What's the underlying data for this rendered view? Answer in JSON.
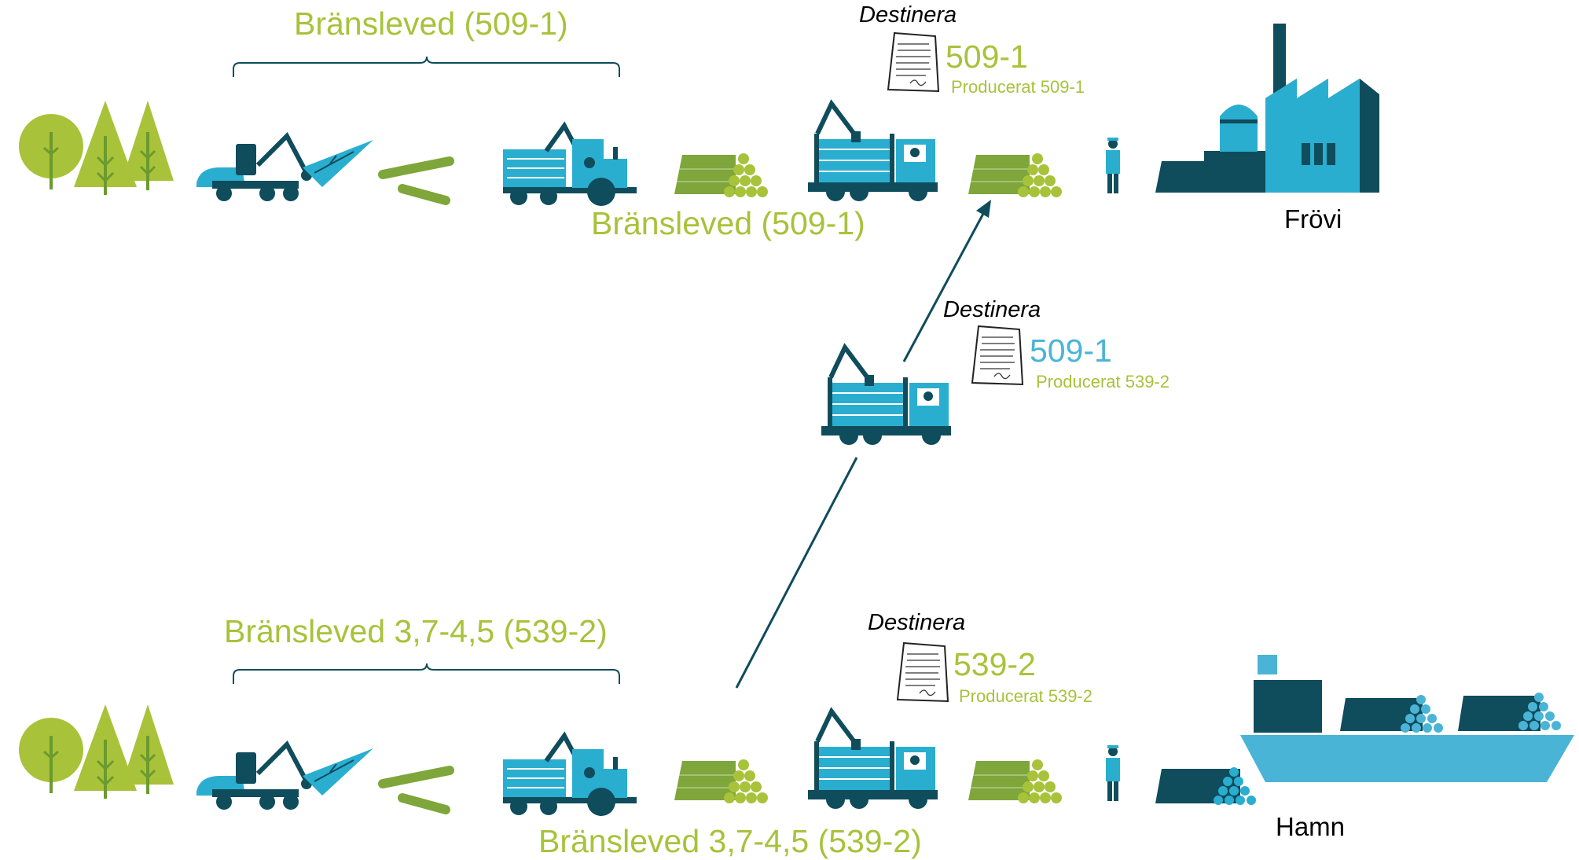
{
  "colors": {
    "green_text": "#a8c23a",
    "blue_text": "#4ab4d6",
    "tree_green": "#a8c23a",
    "tree_trunk": "#6b9a2e",
    "log_green": "#7ea63a",
    "machine_blue": "#2aaed0",
    "machine_dark": "#0f4c5c",
    "arrow": "#0f4c5c"
  },
  "top_row": {
    "bracket_label": "Bränsleved (509-1)",
    "flow_label": "Bränsleved (509-1)",
    "document": {
      "heading": "Destinera",
      "code": "509-1",
      "produced": "Producerat  509-1"
    },
    "destination": "Frövi"
  },
  "middle": {
    "document": {
      "heading": "Destinera",
      "code": "509-1",
      "produced": "Producerat 539-2"
    }
  },
  "bottom_row": {
    "bracket_label": "Bränsleved 3,7-4,5 (539-2)",
    "flow_label": "Bränsleved 3,7-4,5 (539-2)",
    "document": {
      "heading": "Destinera",
      "code": "539-2",
      "produced": "Producerat 539-2"
    },
    "destination": "Hamn"
  },
  "icons": [
    "tree-group-icon",
    "harvester-icon",
    "cut-logs-icon",
    "forwarder-icon",
    "log-pile-icon",
    "log-truck-icon",
    "worker-icon",
    "paper-mill-icon",
    "ship-icon",
    "document-icon"
  ]
}
